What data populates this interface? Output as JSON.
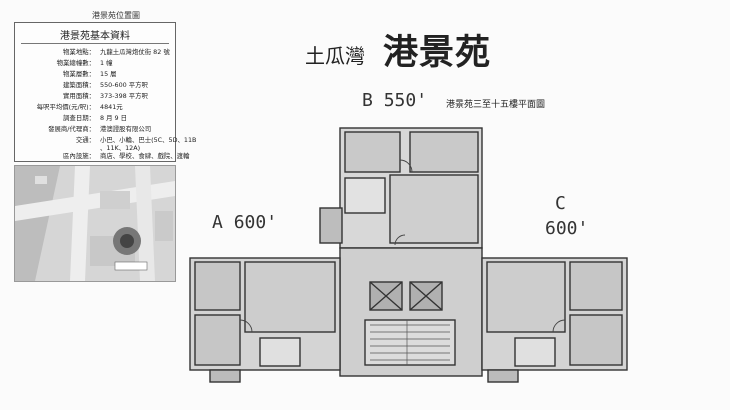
{
  "page": {
    "top_caption": "港景苑位置圖",
    "brand_small": "土瓜灣",
    "brand_big": "港景苑",
    "plan_title": "港景苑三至十五樓平面圖"
  },
  "info_table": {
    "title": "港景苑基本資料",
    "rows": [
      {
        "label": "物業地點：",
        "value": "九龍土瓜灣炮仗街 82 號"
      },
      {
        "label": "物業總幢數：",
        "value": "1 幢"
      },
      {
        "label": "物業層數：",
        "value": "15 層"
      },
      {
        "label": "建築面積：",
        "value": "550-600 平方呎"
      },
      {
        "label": "實用面積：",
        "value": "373-398 平方呎"
      },
      {
        "label": "每呎平均價(元/呎)：",
        "value": "4841元"
      },
      {
        "label": "調查日期：",
        "value": "8 月 9 日"
      },
      {
        "label": "發展商/代理商：",
        "value": "港澳證股有限公司"
      },
      {
        "label": "交通：",
        "value": "小巴、小輪、巴士(5C、5D、11B"
      },
      {
        "label": "",
        "value": "、11K、12A)"
      },
      {
        "label": "區內設施：",
        "value": "商店、學校、食肆、戲院、渡輪"
      }
    ]
  },
  "floor_plan": {
    "units": [
      {
        "letter": "A",
        "size": "600'"
      },
      {
        "letter": "B",
        "size": "550'"
      },
      {
        "letter": "C",
        "size": "600'"
      }
    ]
  }
}
